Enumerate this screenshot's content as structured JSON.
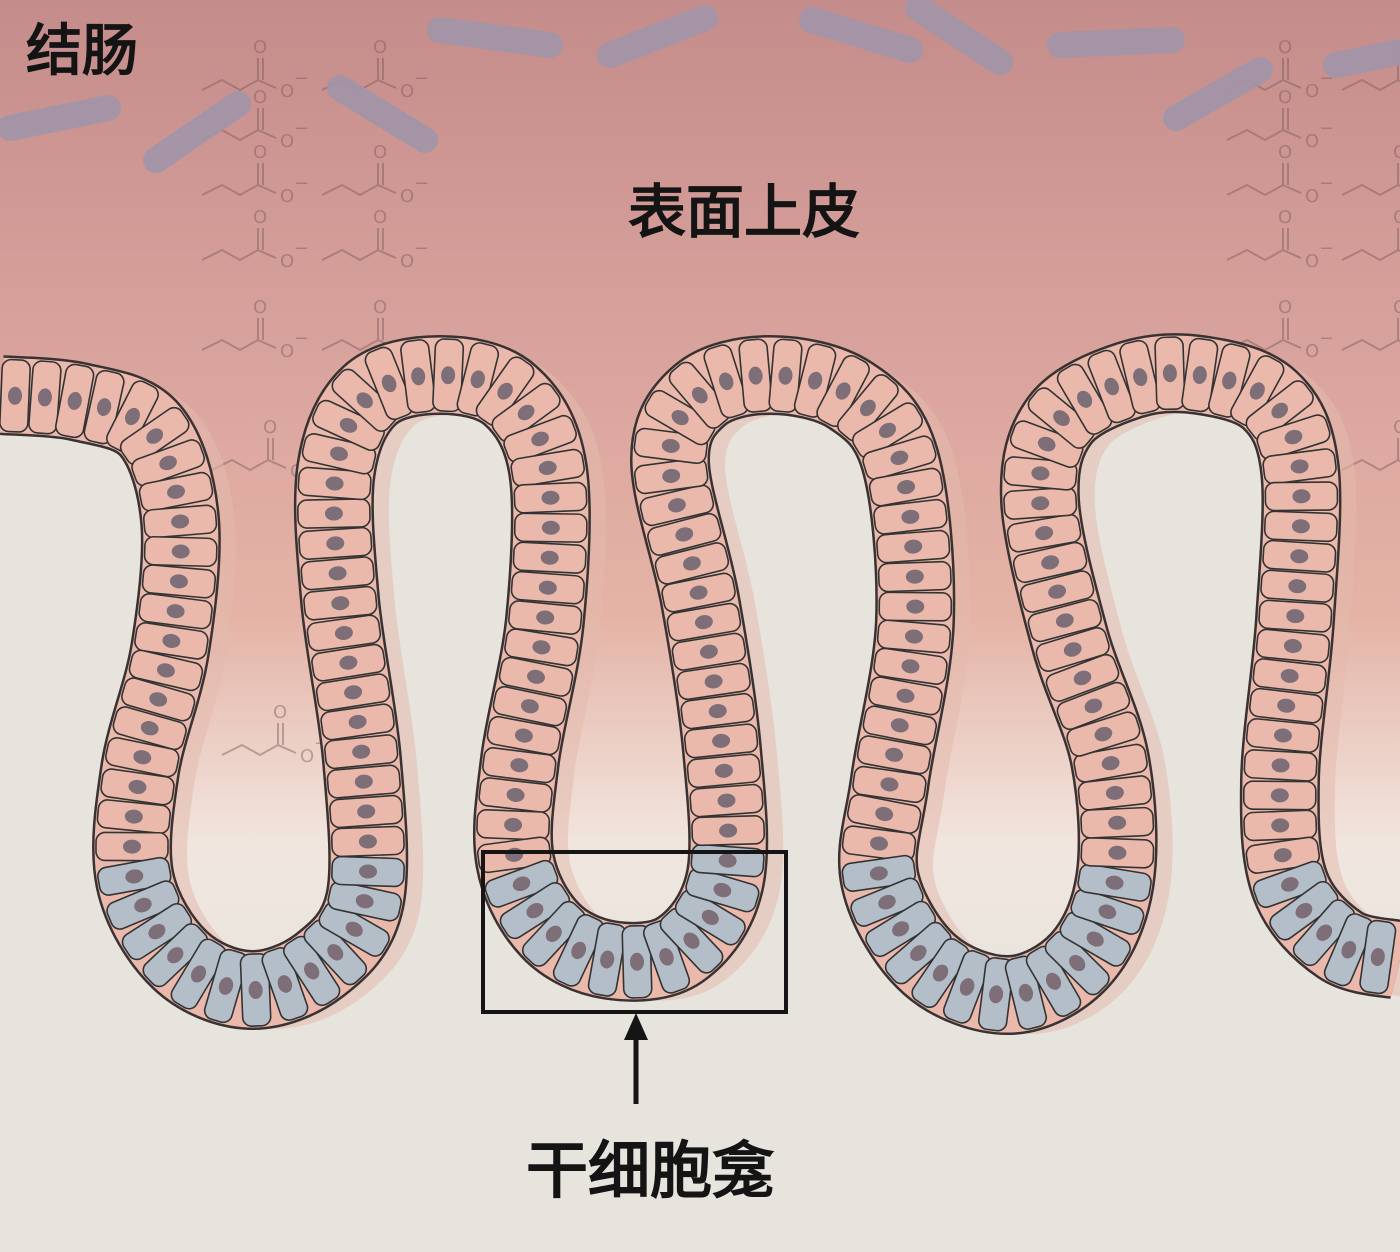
{
  "labels": {
    "colon": "结肠",
    "surface_epithelium": "表面上皮",
    "stem_cell_niche": "干细胞龛"
  },
  "molecule": {
    "carbonyl_o": "O",
    "anion_o": "O",
    "charge": "−"
  },
  "colors": {
    "lumen_top": "#c48c8a",
    "lumen_mid": "#d9a39d",
    "lumen_fade": "#f1e6df",
    "background": "#e7e4de",
    "bacteria": "#a295a8",
    "differentiated_cell": "#eab9ab",
    "stem_cell": "#b4bec9",
    "nucleus": "#7d6e78",
    "outline": "#333333"
  }
}
